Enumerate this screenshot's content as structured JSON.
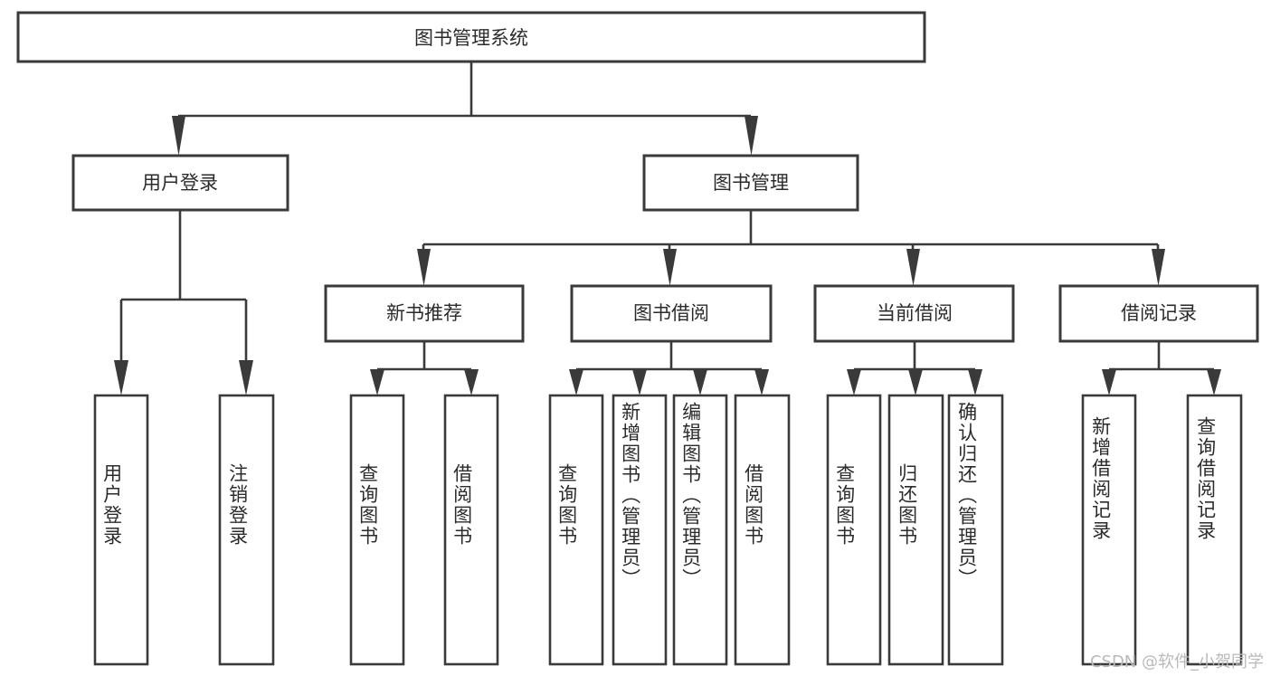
{
  "diagram": {
    "title": "图书管理系统",
    "type": "functional-structure-tree",
    "root": {
      "label": "图书管理系统"
    },
    "level2": [
      {
        "id": "user-login",
        "label": "用户登录"
      },
      {
        "id": "book-management",
        "label": "图书管理"
      }
    ],
    "level3": [
      {
        "id": "new-book-recommend",
        "label": "新书推荐",
        "parent": "book-management"
      },
      {
        "id": "book-borrow",
        "label": "图书借阅",
        "parent": "book-management"
      },
      {
        "id": "current-borrow",
        "label": "当前借阅",
        "parent": "book-management"
      },
      {
        "id": "borrow-record",
        "label": "借阅记录",
        "parent": "book-management"
      }
    ],
    "leaves": {
      "user-login": [
        {
          "id": "leaf-user-login",
          "label": "用户登录"
        },
        {
          "id": "leaf-logout-login",
          "label": "注销登录"
        }
      ],
      "new-book-recommend": [
        {
          "id": "leaf-query-book-1",
          "label": "查询图书"
        },
        {
          "id": "leaf-borrow-book-1",
          "label": "借阅图书"
        }
      ],
      "book-borrow": [
        {
          "id": "leaf-query-book-2",
          "label": "查询图书"
        },
        {
          "id": "leaf-add-book",
          "label": "新增图书（管理员）"
        },
        {
          "id": "leaf-edit-book",
          "label": "编辑图书（管理员）"
        },
        {
          "id": "leaf-borrow-book-2",
          "label": "借阅图书"
        }
      ],
      "current-borrow": [
        {
          "id": "leaf-query-book-3",
          "label": "查询图书"
        },
        {
          "id": "leaf-return-book",
          "label": "归还图书"
        },
        {
          "id": "leaf-confirm-return",
          "label": "确认归还（管理员）"
        }
      ],
      "borrow-record": [
        {
          "id": "leaf-add-record",
          "label": "新增借阅记录"
        },
        {
          "id": "leaf-query-record",
          "label": "查询借阅记录"
        }
      ]
    }
  },
  "watermark": {
    "text": "CSDN @软件_小贺同学"
  },
  "colors": {
    "background": "#ffffff",
    "box_fill": "#ffffff",
    "box_stroke": "#3a3a3a",
    "text": "#2b2b2b",
    "watermark": "#b9b9b9"
  }
}
